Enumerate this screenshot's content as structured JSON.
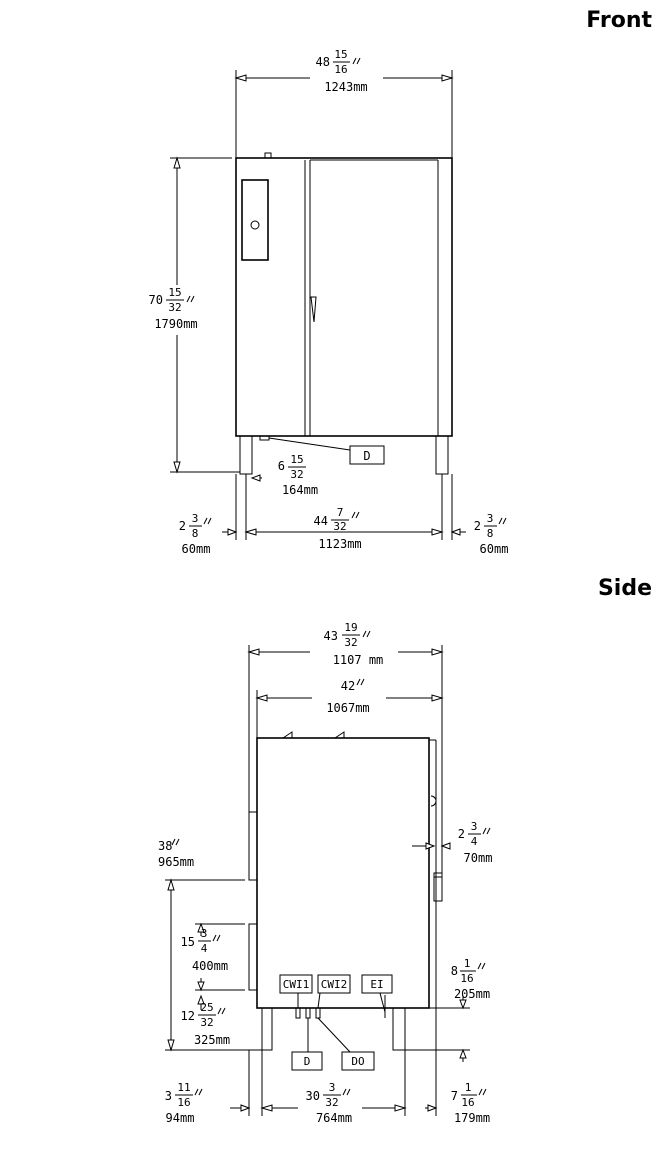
{
  "headings": {
    "front": "Front",
    "side": "Side"
  },
  "front": {
    "width": {
      "whole": "48",
      "num": "15",
      "den": "16",
      "mm": "1243mm"
    },
    "height": {
      "whole": "70",
      "num": "15",
      "den": "32",
      "mm": "1790mm"
    },
    "drain_offset": {
      "whole": "6",
      "num": "15",
      "den": "32",
      "mm": "164mm"
    },
    "leg_left": {
      "whole": "2",
      "num": "3",
      "den": "8",
      "mm": "60mm"
    },
    "leg_span": {
      "whole": "44",
      "num": "7",
      "den": "32",
      "mm": "1123mm"
    },
    "leg_right": {
      "whole": "2",
      "num": "3",
      "den": "8",
      "mm": "60mm"
    },
    "drain_label": "D"
  },
  "side": {
    "overall_depth": {
      "whole": "43",
      "num": "19",
      "den": "32",
      "mm": "1107 mm"
    },
    "body_depth": {
      "whole": "42",
      "mm": "1067mm"
    },
    "height_38": {
      "whole": "38",
      "mm": "965mm"
    },
    "height_15": {
      "whole": "15",
      "num": "3",
      "den": "4",
      "mm": "400mm"
    },
    "height_12": {
      "whole": "12",
      "num": "25",
      "den": "32",
      "mm": "325mm"
    },
    "handle": {
      "whole": "2",
      "num": "3",
      "den": "4",
      "mm": "70mm"
    },
    "height_8": {
      "whole": "8",
      "num": "1",
      "den": "16",
      "mm": "205mm"
    },
    "bottom_left": {
      "whole": "3",
      "num": "11",
      "den": "16",
      "mm": "94mm"
    },
    "bottom_mid": {
      "whole": "30",
      "num": "3",
      "den": "32",
      "mm": "764mm"
    },
    "bottom_right": {
      "whole": "7",
      "num": "1",
      "den": "16",
      "mm": "179mm"
    },
    "connections": {
      "cwi1": "CWI1",
      "cwi2": "CWI2",
      "ei": "EI",
      "d": "D",
      "do": "DO"
    }
  }
}
